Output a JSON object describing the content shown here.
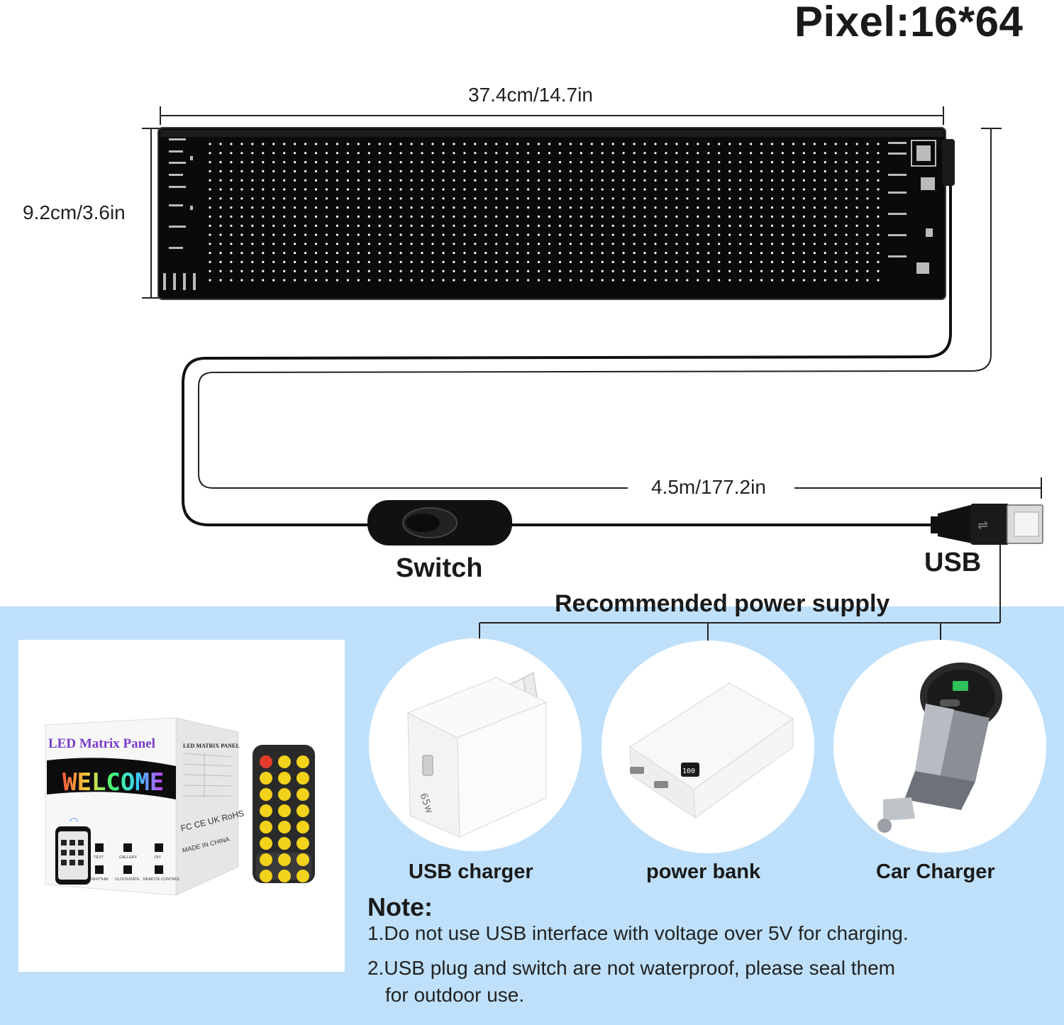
{
  "header": {
    "pixel_title": "Pixel:16*64"
  },
  "dimensions": {
    "width": "37.4cm/14.7in",
    "height": "9.2cm/3.6in",
    "cable_length": "4.5m/177.2in"
  },
  "components": {
    "switch_label": "Switch",
    "usb_label": "USB"
  },
  "power_supply": {
    "heading": "Recommended power supply",
    "items": [
      {
        "label": "USB charger",
        "icon": "usb-wall-charger-icon"
      },
      {
        "label": "power bank",
        "icon": "power-bank-icon"
      },
      {
        "label": "Car Charger",
        "icon": "car-charger-icon"
      }
    ]
  },
  "notes": {
    "title": "Note:",
    "line1": "1.Do not use USB interface with voltage over 5V for charging.",
    "line2a": "2.USB plug and switch are not waterproof, please seal them",
    "line2b": "for outdoor use."
  },
  "package": {
    "box_title": "LED Matrix Panel",
    "box_side_title": "LED MATRIX PANEL",
    "scroll_text": "WELCOME",
    "made_in": "MADE IN CHINA",
    "app_icons": [
      "TEXT",
      "GALLERY",
      "DIY",
      "RHYTHM",
      "CLOCK/DATE",
      "REMOTE CONTROL"
    ]
  },
  "colors": {
    "background": "#ffffff",
    "band": "#bfe0fb",
    "panel": "#0b0b0b",
    "led": "#ffffff",
    "remote_button": "#f2d21a",
    "remote_power": "#e53b2c"
  }
}
